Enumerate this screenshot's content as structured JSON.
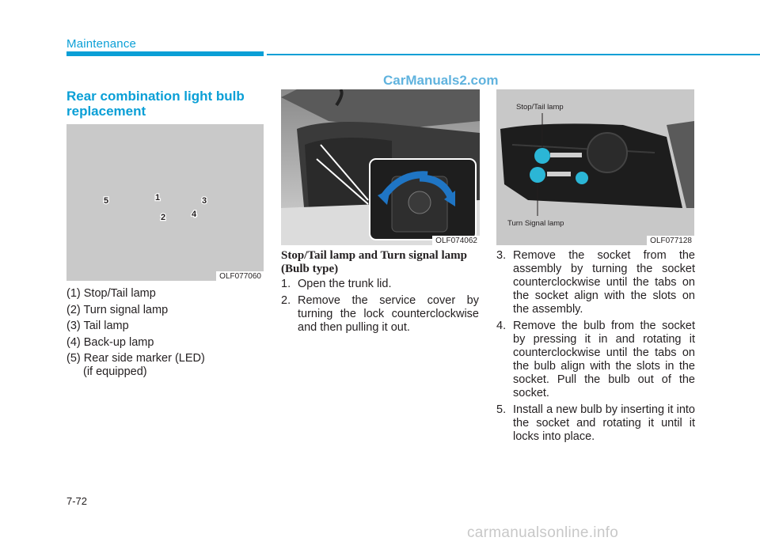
{
  "header": {
    "title": "Maintenance"
  },
  "watermark_top": "CarManuals2.com",
  "section": {
    "title": "Rear combination light bulb replacement"
  },
  "figure1": {
    "code": "OLF077060",
    "callouts": [
      "5",
      "1",
      "3",
      "2",
      "4"
    ]
  },
  "parts": [
    {
      "line1": "(1) Stop/Tail lamp"
    },
    {
      "line1": "(2) Turn signal lamp"
    },
    {
      "line1": "(3) Tail lamp"
    },
    {
      "line1": "(4) Back-up lamp"
    },
    {
      "line1": "(5) Rear side marker (LED)",
      "line2": "(if equipped)"
    }
  ],
  "figure2": {
    "code": "OLF074062"
  },
  "figure3": {
    "code": "OLF077128",
    "label_top": "Stop/Tail lamp",
    "label_bottom": "Turn Signal lamp"
  },
  "subsection": {
    "title": "Stop/Tail lamp and Turn signal lamp (Bulb type)"
  },
  "steps_left": [
    {
      "num": "1.",
      "text": "Open the trunk lid."
    },
    {
      "num": "2.",
      "text": "Remove the service cover by turning the lock counterclockwise and then pulling it out."
    }
  ],
  "steps_right": [
    {
      "num": "3.",
      "text": "Remove the socket from the assembly by turning the socket counterclockwise until the tabs on the socket align with the slots on the assembly."
    },
    {
      "num": "4.",
      "text": "Remove the bulb from the socket by pressing it in and rotating it counterclockwise until the tabs on the bulb align with the slots in the socket. Pull the bulb out of the socket."
    },
    {
      "num": "5.",
      "text": "Install a new bulb by inserting it into the socket and rotating it until it locks into place."
    }
  ],
  "page_number": "7-72",
  "watermark_bottom": "carmanualsonline.info",
  "colors": {
    "accent": "#0a9fd6",
    "arrow": "#1f75c4",
    "bulb": "#2bb6d6"
  }
}
